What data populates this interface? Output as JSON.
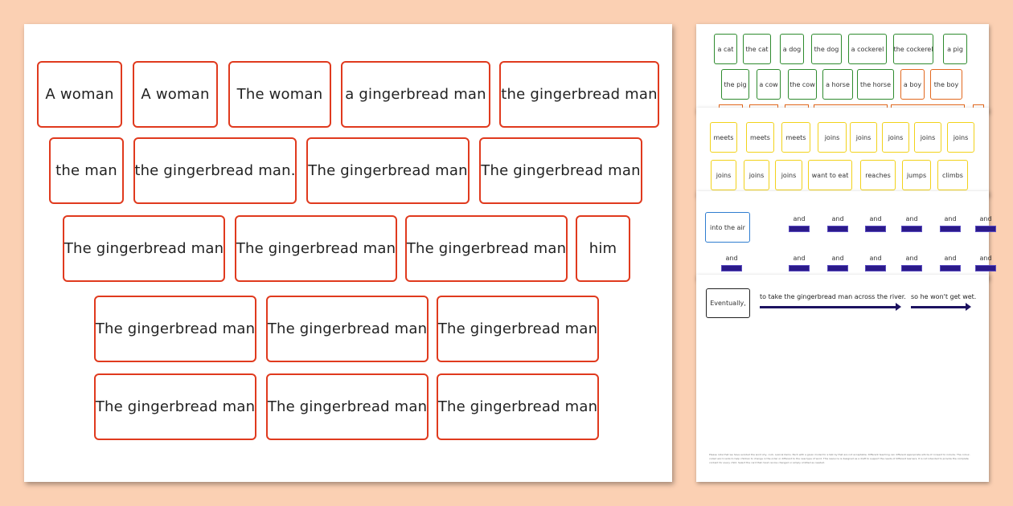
{
  "main_cards": [
    [
      "A woman",
      "A woman",
      "The woman",
      "a gingerbread man",
      "the gingerbread man"
    ],
    [
      "the man",
      "the gingerbread man.",
      "The gingerbread man",
      "The gingerbread man"
    ],
    [
      "The gingerbread man",
      "The gingerbread man",
      "The gingerbread man",
      "him"
    ],
    [
      "The gingerbread man",
      "The gingerbread man",
      "The gingerbread man"
    ],
    [
      "The gingerbread man",
      "The gingerbread man",
      "The gingerbread man"
    ]
  ],
  "page1": {
    "row1": [
      "a cat",
      "the cat",
      "a dog",
      "the dog",
      "a cockerel",
      "the cockerel",
      "a pig"
    ],
    "row2": [
      "the pig",
      "a cow",
      "the cow",
      "a horse",
      "the horse",
      "a boy",
      "the boy"
    ]
  },
  "page2": {
    "row1": [
      "meets",
      "meets",
      "meets",
      "joins",
      "joins",
      "joins",
      "joins",
      "joins"
    ],
    "row2": [
      "joins",
      "joins",
      "joins",
      "want to eat",
      "reaches",
      "jumps",
      "climbs"
    ]
  },
  "page3": {
    "blue_card": "into the air",
    "and": "and"
  },
  "page4": {
    "eventually": "Eventually,",
    "phrase1": "to take the gingerbread man across the river.",
    "phrase2": "so he won't get wet.",
    "fine_print": "Please note that we have avoided the word shy, cock. Lexical items. Each with a given model for a talk by that are not acceptable. Different teaching can different appropriate article of consent to include. The colour-coded word cards to help children to change in the order or different to the new type of word. This resource is designed as a draft to support the needs of different learners. It is not intended to provide the complete content for every child. Select the card that most can be changed or simply omitted as needed."
  },
  "colors": {
    "background": "#fbd0b3",
    "main_border": "#e03a1e",
    "green": "#2e8b2e",
    "orange": "#e2681e",
    "yellow": "#f2d21a",
    "blue": "#2f7dd0",
    "navy": "#2b1a8a"
  }
}
